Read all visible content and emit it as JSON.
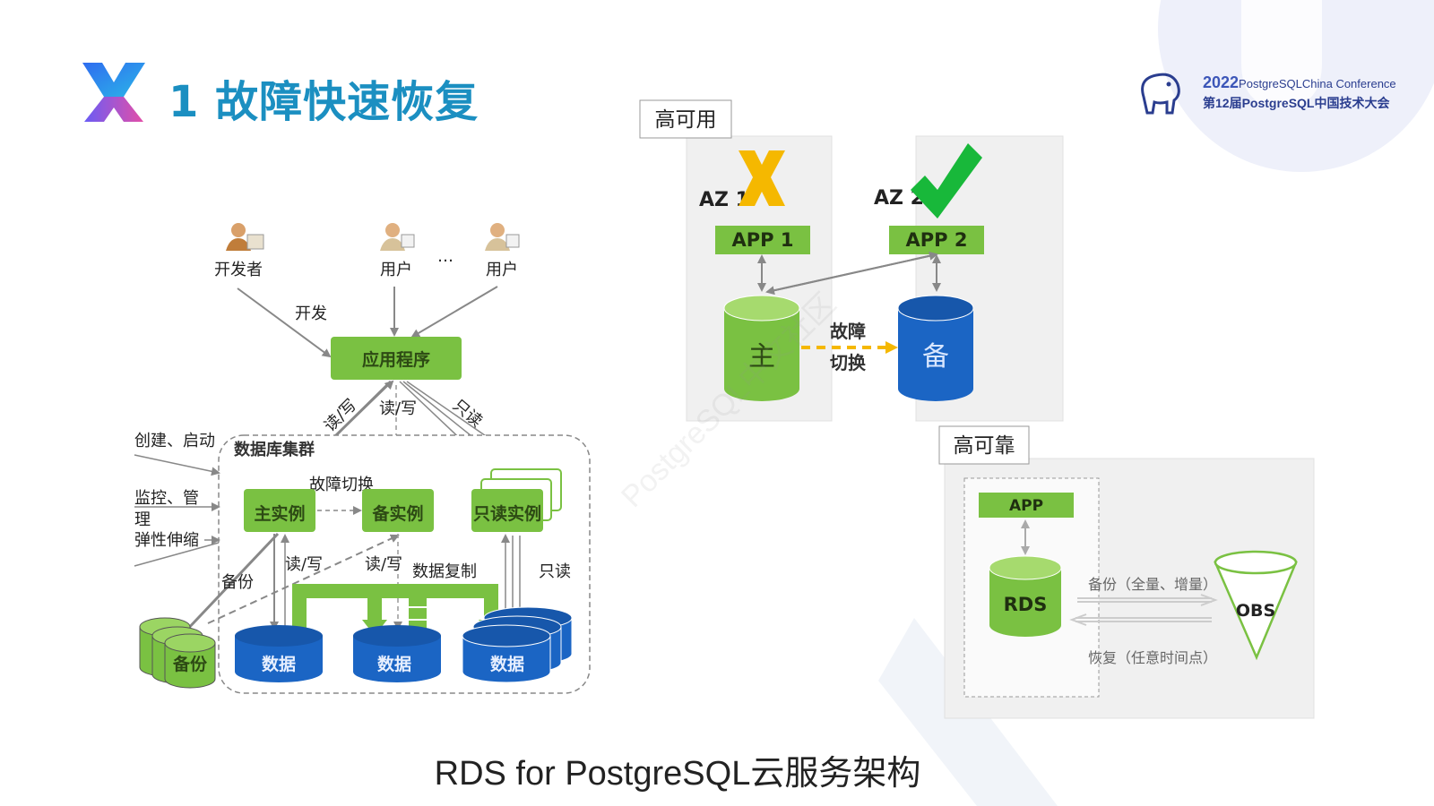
{
  "header": {
    "title": "1 故障快速恢复",
    "conference_year": "2022",
    "conference_name": "PostgreSQLChina Conference",
    "conference_subtitle": "第12届PostgreSQL中国技术大会"
  },
  "left_diagram": {
    "roles": {
      "developer": "开发者",
      "user1": "用户",
      "ellipsis": "…",
      "user2": "用户"
    },
    "edge_develop": "开发",
    "app_box": "应用程序",
    "edge_rw1": "读/写",
    "edge_rw2": "读/写",
    "edge_readonly": "只读",
    "cluster_label": "数据库集群",
    "mgmt": {
      "create": "创建、启动",
      "monitor_1": "监控、管",
      "monitor_2": "理",
      "scale": "弹性伸缩"
    },
    "failover": "故障切换",
    "primary": "主实例",
    "standby": "备实例",
    "readonly_instance": "只读实例",
    "backup_edge": "备份",
    "rw_lower1": "读/写",
    "rw_lower2": "读/写",
    "replication": "数据复制",
    "readonly_lower": "只读",
    "backup_store": "备份",
    "data1": "数据",
    "data2": "数据",
    "data3": "数据"
  },
  "ha_panel": {
    "label": "高可用",
    "az1": "AZ 1",
    "az2": "AZ 2",
    "app1": "APP 1",
    "app2": "APP 2",
    "primary": "主",
    "standby": "备",
    "switch_line1": "故障",
    "switch_line2": "切换"
  },
  "hr_panel": {
    "label": "高可靠",
    "app": "APP",
    "rds": "RDS",
    "obs": "OBS",
    "backup_text": "备份（全量、增量）",
    "restore_text": "恢复（任意时间点）"
  },
  "caption": "RDS for PostgreSQL云服务架构",
  "colors": {
    "green": "#7ac142",
    "green_box": "#70c145",
    "blue": "#1b65c4",
    "title_blue": "#1b8fc1",
    "orange": "#f5b800",
    "check_green": "#18b83a"
  }
}
